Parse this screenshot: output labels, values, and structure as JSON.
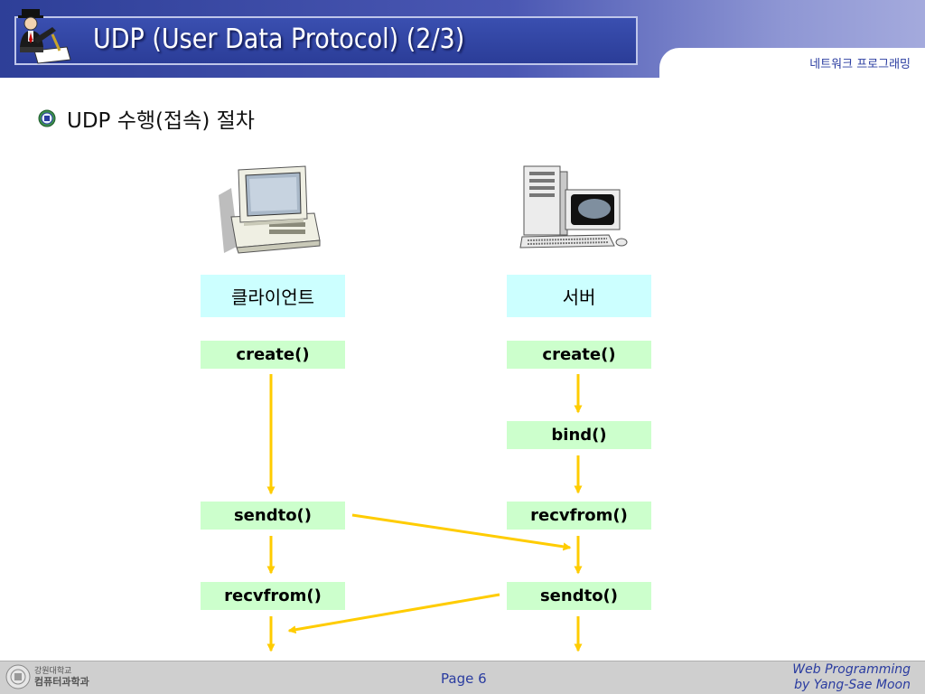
{
  "header": {
    "title": "UDP (User Data Protocol) (2/3)",
    "subtitle": "네트워크 프로그래밍"
  },
  "bullet": {
    "text": "UDP 수행(접속) 절차"
  },
  "client": {
    "label": "클라이언트",
    "steps": [
      "create()",
      "sendto()",
      "recvfrom()"
    ]
  },
  "server": {
    "label": "서버",
    "steps": [
      "create()",
      "bind()",
      "recvfrom()",
      "sendto()"
    ]
  },
  "footer": {
    "logo_line1": "강원대학교",
    "logo_line2": "컴퓨터과학과",
    "page": "Page 6",
    "credit_line1": "Web Programming",
    "credit_line2": "by Yang-Sae Moon"
  },
  "colors": {
    "header_blue": "#2e3f98",
    "head_box": "#ccffff",
    "fn_box": "#ccffcc",
    "arrow": "#ffcc00"
  },
  "icons": {
    "header": "teacher-at-desk-icon",
    "bullet": "university-seal-icon",
    "client": "desktop-computer-icon",
    "server": "tower-server-icon"
  }
}
